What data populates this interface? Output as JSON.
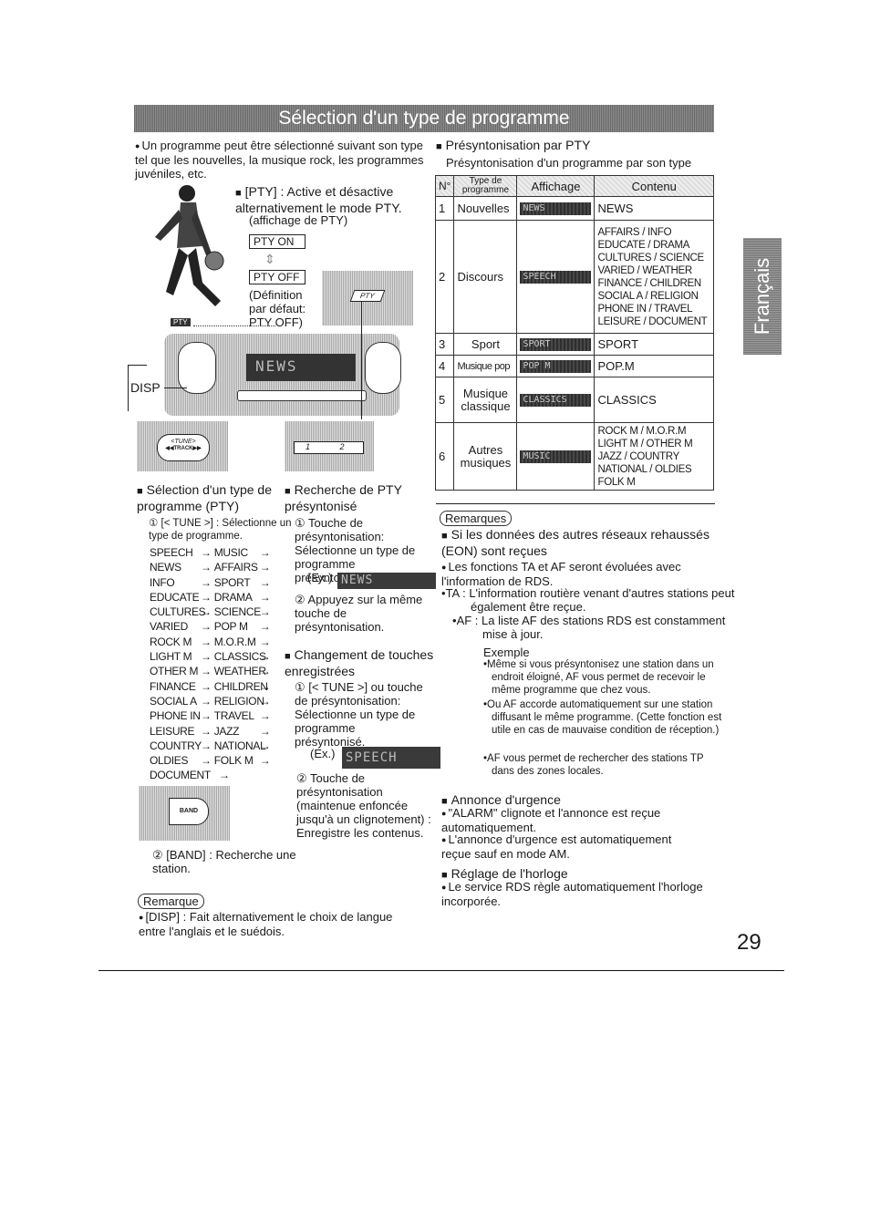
{
  "title": "Sélection d'un type de programme",
  "side_tab": "Français",
  "page_number": "29",
  "intro": "Un programme peut être sélectionné suivant son type tel que les nouvelles, la musique rock, les programmes juvéniles, etc.",
  "pty_heading": "[PTY] : Active et désactive alternativement le mode PTY.",
  "pty_sub": "(affichage de PTY)",
  "pty_on": "PTY ON",
  "pty_off": "PTY OFF",
  "pty_default": "(Définition par défaut: PTY OFF)",
  "pty_btn": "PTY",
  "disp_label": "DISP",
  "lcd_news": "NEWS",
  "tune_btn": "<TUNE>",
  "track_btn": "◀◀TRACK▶▶",
  "preset_1": "1",
  "preset_2": "2",
  "pty_key": "PTY",
  "band_btn": "BAND",
  "sel_heading": "Sélection d'un type de programme (PTY)",
  "sel_step1": "① [< TUNE >] : Sélectionne un type de programme.",
  "pty_list": [
    [
      "SPEECH",
      "MUSIC"
    ],
    [
      "NEWS",
      "AFFAIRS"
    ],
    [
      "INFO",
      "SPORT"
    ],
    [
      "EDUCATE",
      "DRAMA"
    ],
    [
      "CULTURES",
      "SCIENCE"
    ],
    [
      "VARIED",
      "POP M"
    ],
    [
      "ROCK M",
      "M.O.R.M"
    ],
    [
      "LIGHT M",
      "CLASSICS"
    ],
    [
      "OTHER M",
      "WEATHER"
    ],
    [
      "FINANCE",
      "CHILDREN"
    ],
    [
      "SOCIAL A",
      "RELIGION"
    ],
    [
      "PHONE IN",
      "TRAVEL"
    ],
    [
      "LEISURE",
      "JAZZ"
    ],
    [
      "COUNTRY",
      "NATIONAL"
    ],
    [
      "OLDIES",
      "FOLK M"
    ],
    [
      "DOCUMENT",
      ""
    ]
  ],
  "band_step": "② [BAND] : Recherche une station.",
  "search_heading": "Recherche de PTY présyntonisé",
  "search_step1": "① Touche de présyntonisation: Sélectionne un type de programme présyntonisé.",
  "ex_label": "(Ex.)",
  "ex_news": "NEWS",
  "search_step2": "② Appuyez sur la même touche de présyntonisation.",
  "change_heading": "Changement de touches enregistrées",
  "change_step1": "① [< TUNE >] ou touche de présyntonisation: Sélectionne un type de programme présyntonisé.",
  "ex_speech": "SPEECH",
  "change_step2": "② Touche de présyntonisation (maintenue enfoncée jusqu'à un clignotement) : Enregistre les contenus.",
  "remark_label": "Remarque",
  "remark_text": "[DISP] : Fait alternativement le choix de langue entre l'anglais et le suédois.",
  "preset_heading": "Présyntonisation par PTY",
  "preset_sub": "Présyntonisation d'un programme par son type",
  "table_headers": [
    "N°",
    "Type de programme",
    "Affichage",
    "Contenu"
  ],
  "table_rows": [
    {
      "n": "1",
      "type": "Nouvelles",
      "lcd": "NEWS",
      "content": "NEWS"
    },
    {
      "n": "2",
      "type": "Discours",
      "lcd": "SPEECH",
      "content": "AFFAIRS / INFO\nEDUCATE / DRAMA\nCULTURES / SCIENCE\nVARIED / WEATHER\nFINANCE / CHILDREN\nSOCIAL A / RELIGION\nPHONE IN / TRAVEL\nLEISURE / DOCUMENT"
    },
    {
      "n": "3",
      "type": "Sport",
      "lcd": "SPORT",
      "content": "SPORT"
    },
    {
      "n": "4",
      "type": "Musique pop",
      "lcd": "POP M",
      "content": "POP.M"
    },
    {
      "n": "5",
      "type": "Musique classique",
      "lcd": "CLASSICS",
      "content": "CLASSICS"
    },
    {
      "n": "6",
      "type": "Autres musiques",
      "lcd": "MUSIC",
      "content": "ROCK M / M.O.R.M\nLIGHT M / OTHER M\nJAZZ / COUNTRY\nNATIONAL / OLDIES\nFOLK M"
    }
  ],
  "remarks_label": "Remarques",
  "eon_heading": "Si les données des autres réseaux rehaussés (EON) sont reçues",
  "eon_p1": "Les fonctions TA et AF seront évoluées avec l'information de RDS.",
  "eon_ta": "TA : L'information routière venant d'autres stations peut également être reçue.",
  "eon_af": "AF : La liste AF des stations RDS est constamment mise à jour.",
  "example_label": "Exemple",
  "ex1": "Même si vous présyntonisez une station dans un endroit éloigné, AF vous permet de recevoir le même programme que chez vous.",
  "ex2": "Ou AF accorde automatiquement sur une station diffusant le même programme. (Cette fonction est utile en cas de mauvaise condition de réception.)",
  "ex3": "AF vous permet de rechercher des stations TP dans des zones locales.",
  "alarm_heading": "Annonce d'urgence",
  "alarm_p1": "\"ALARM\" clignote et l'annonce est reçue automatiquement.",
  "alarm_p2": "L'annonce d'urgence est automatiquement reçue sauf en mode AM.",
  "clock_heading": "Réglage de l'horloge",
  "clock_p1": "Le service RDS règle automatiquement l'horloge incorporée."
}
